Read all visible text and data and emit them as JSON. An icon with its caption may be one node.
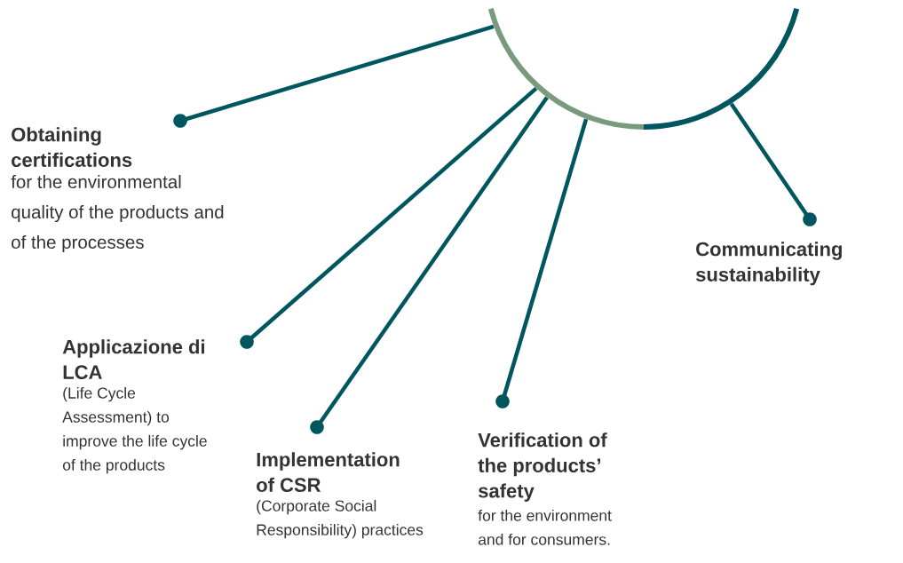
{
  "diagram": {
    "nodes": [
      {
        "text": [],
        "shape": "arc"
      },
      {
        "text": [
          "Obtaining certifications",
          "for the environmental quality of the products and of the processes"
        ]
      },
      {
        "text": [
          "Applicazione di LCA",
          "(Life Cycle Assessment) to improve the life cycle of the products"
        ]
      },
      {
        "text": [
          "Implementation of CSR",
          "(Corporate Social Responsibility) practices"
        ]
      },
      {
        "text": [
          "Verification of the products’ safety",
          "for the environment and for consumers."
        ]
      },
      {
        "text": [
          "Communicating sustainability"
        ]
      }
    ],
    "edges": [
      {
        "from": 0,
        "to": 1,
        "arrow": "other"
      },
      {
        "from": 0,
        "to": 2,
        "arrow": "other"
      },
      {
        "from": 0,
        "to": 3,
        "arrow": "other"
      },
      {
        "from": 0,
        "to": 4,
        "arrow": "other"
      },
      {
        "from": 0,
        "to": 5,
        "arrow": "other"
      }
    ]
  }
}
